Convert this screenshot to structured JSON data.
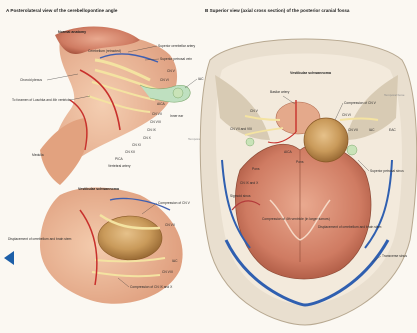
{
  "panel_a": {
    "title": "A  Posterolateral view of the cerebellopontine angle",
    "normal_anatomy": "Normal anatomy",
    "labels": {
      "cerebellum": "Cerebellum (retracted)",
      "choroid_plexus": "Choroid plexus",
      "foramen_luschka": "To foramen of Luschka and 4th ventricle",
      "medulla": "Medulla",
      "superior_cerebellar_artery": "Superior cerebellar artery",
      "superior_petrosal_vein": "Superior petrosal vein",
      "cn_v": "CN V",
      "cn_vi": "CN VI",
      "cn_vii": "CN VII",
      "cn_viii": "CN VIII",
      "cn_ix": "CN IX",
      "cn_x": "CN X",
      "cn_xi": "CN XI",
      "cn_xii": "CN XII",
      "aica": "AICA",
      "pica": "PICA",
      "vertebral_artery": "Vertebral artery",
      "iac": "IAC",
      "inner_ear": "Inner ear",
      "temporal_bone": "Temporal bone"
    },
    "tumor": {
      "title": "Vestibular schwannoma",
      "compression_cn_v": "Compression of CN V",
      "cn_vii": "CN VII",
      "cn_viii": "CN VIII",
      "iac": "IAC",
      "compression_cn_ix_x": "Compression of CN IX and X",
      "displacement": "Displacement of cerebellum and brain stem"
    }
  },
  "panel_b": {
    "title": "B  Superior view (axial cross section) of the posterior cranial fossa",
    "tumor_title": "Vestibular schwannoma",
    "labels": {
      "basilar_artery": "Basilar artery",
      "compression_cn_v": "Compression of CN V",
      "temporal_bone": "Temporal bone",
      "cn_v": "CN V",
      "cn_vi": "CN VI",
      "cn_vii": "CN VII",
      "iac": "IAC",
      "eac": "EAC",
      "cn_vii_viii": "CN VII and VIII",
      "aica": "AICA",
      "pons": "Pons",
      "pons_vert": "Pons",
      "cn_ix_x": "CN IX and X",
      "sigmoid_sinus": "Sigmoid sinus",
      "superior_petrosal_sinus": "Superior petrosal sinus",
      "compression_4th_ventricle": "Compression of 4th ventricle (in larger tumors)",
      "displacement": "Displacement of cerebellum and brain stem",
      "transverse_sinus": "Transverse sinus"
    }
  }
}
